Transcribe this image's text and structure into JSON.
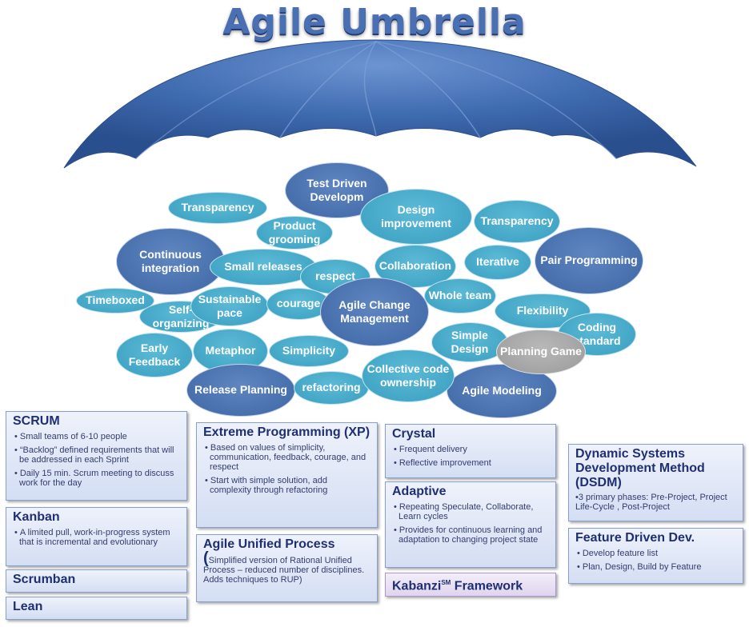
{
  "title": "Agile Umbrella",
  "bubbles": [
    {
      "id": "tdd",
      "text": "Test Driven Developm"
    },
    {
      "id": "transparency-left",
      "text": "Transparency"
    },
    {
      "id": "product-grooming",
      "text": "Product grooming"
    },
    {
      "id": "design-improvement",
      "text": "Design improvement"
    },
    {
      "id": "transparency-right",
      "text": "Transparency"
    },
    {
      "id": "pair-programming",
      "text": "Pair Programming"
    },
    {
      "id": "continuous-integration",
      "text": "Continuous integration"
    },
    {
      "id": "small-releases",
      "text": "Small releases"
    },
    {
      "id": "respect",
      "text": "respect"
    },
    {
      "id": "collaboration",
      "text": "Collaboration"
    },
    {
      "id": "iterative",
      "text": "Iterative"
    },
    {
      "id": "timeboxed",
      "text": "Timeboxed"
    },
    {
      "id": "self-organizing",
      "text": "Self-organizing"
    },
    {
      "id": "sustainable-pace",
      "text": "Sustainable pace"
    },
    {
      "id": "courage",
      "text": "courage"
    },
    {
      "id": "agile-change-management",
      "text": "Agile Change Management"
    },
    {
      "id": "whole-team",
      "text": "Whole team"
    },
    {
      "id": "flexibility",
      "text": "Flexibility"
    },
    {
      "id": "coding-standard",
      "text": "Coding standard"
    },
    {
      "id": "early-feedback",
      "text": "Early Feedback"
    },
    {
      "id": "metaphor",
      "text": "Metaphor"
    },
    {
      "id": "simplicity",
      "text": "Simplicity"
    },
    {
      "id": "simple-design",
      "text": "Simple Design"
    },
    {
      "id": "planning-game",
      "text": "Planning Game"
    },
    {
      "id": "release-planning",
      "text": "Release Planning"
    },
    {
      "id": "refactoring",
      "text": "refactoring"
    },
    {
      "id": "collective-code-ownership",
      "text": "Collective code ownership"
    },
    {
      "id": "agile-modeling",
      "text": "Agile Modeling"
    }
  ],
  "boxes": {
    "scrum": {
      "title": "SCRUM",
      "items": [
        "Small teams of 6-10 people",
        "“Backlog” defined requirements that will be addressed in each Sprint",
        "Daily 15 min. Scrum meeting to discuss work for the day"
      ]
    },
    "kanban": {
      "title": "Kanban",
      "items": [
        "A limited pull, work-in-progress system that is incremental and evolutionary"
      ]
    },
    "scrumban": {
      "title": "Scrumban"
    },
    "lean": {
      "title": "Lean"
    },
    "xp": {
      "title": "Extreme Programming (XP)",
      "items": [
        "Based on values of simplicity, communication, feedback, courage, and respect",
        "Start with simple solution, add complexity through refactoring"
      ]
    },
    "aup": {
      "title": "Agile Unified Process",
      "paren": "(",
      "desc": "Simplified version of Rational Unified Process – reduced number of disciplines.  Adds techniques to RUP)"
    },
    "crystal": {
      "title": "Crystal",
      "items": [
        "Frequent delivery",
        "Reflective improvement"
      ]
    },
    "adaptive": {
      "title": "Adaptive",
      "items": [
        "Repeating Speculate, Collaborate, Learn cycles",
        "Provides for continuous learning and adaptation to changing project state"
      ]
    },
    "kabanzi": {
      "title": "Kabanzi",
      "sup": "SM",
      "title_suffix": " Framework"
    },
    "dsdm": {
      "title": "Dynamic Systems Development Method (DSDM)",
      "desc": "•3 primary phases: Pre-Project, Project Life-Cycle , Post-Project"
    },
    "fdd": {
      "title": "Feature Driven Dev.",
      "items": [
        "Develop feature list",
        "Plan, Design, Build by Feature"
      ]
    }
  },
  "colors": {
    "title": "#4a6fb3",
    "canopy": "#3f6bb0",
    "light_bubble": "#4aadcc",
    "dark_bubble": "#4a72b0",
    "grey_bubble": "#a8a8a8",
    "box_text": "#1f2f73"
  }
}
